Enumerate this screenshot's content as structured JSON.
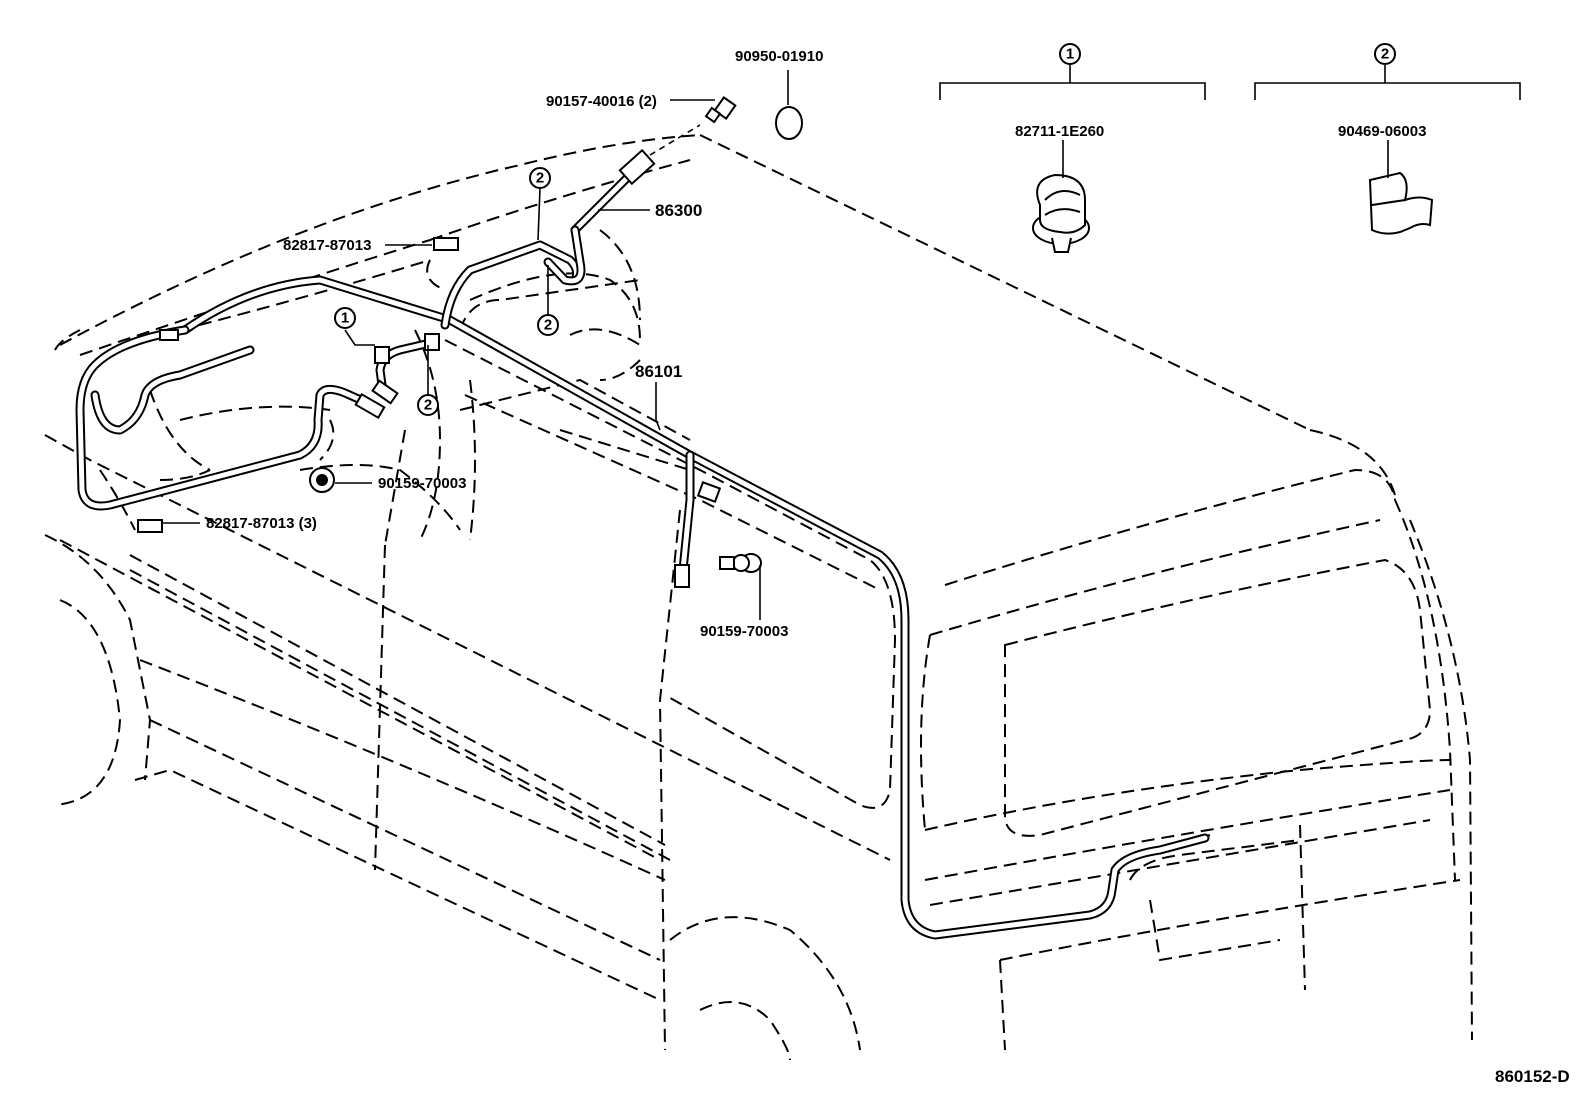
{
  "diagram": {
    "code": "860152-D",
    "callouts": {
      "ref1": "1",
      "ref2": "2"
    },
    "labels": {
      "cap": "90950-01910",
      "nut": "90157-40016 (2)",
      "antenna_assy": "86300",
      "tape_a": "82817-87013",
      "cord_assy": "86101",
      "grommet_a": "90159-70003",
      "tape_b": "82817-87013 (3)",
      "grommet_b": "90159-70003",
      "clamp_1": "82711-1E260",
      "clamp_2": "90469-06003"
    }
  }
}
